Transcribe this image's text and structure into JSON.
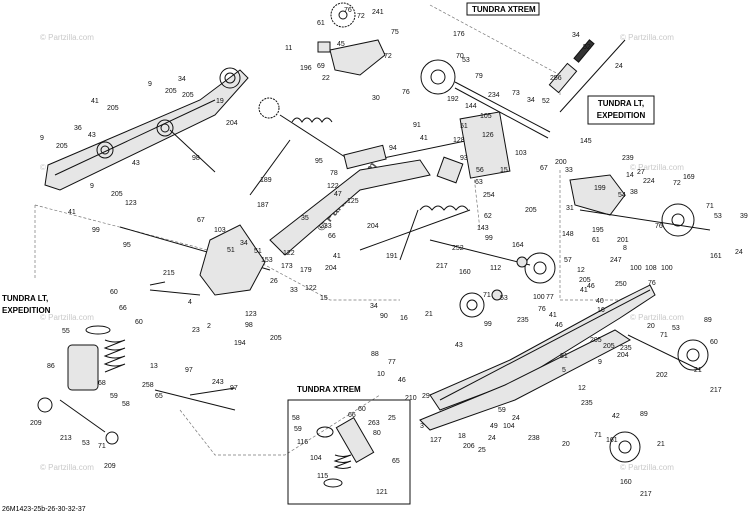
{
  "watermark": "© Partzilla.com",
  "center_watermark": "© Partzilla.com",
  "reference_code": "26M1423-25b-26-30-32-37",
  "variant_labels": {
    "tundra_xtrem_top": "TUNDRA XTREM",
    "tundra_lt_expedition_right": "TUNDRA LT, EXPEDITION",
    "tundra_lt_expedition_left": "TUNDRA LT, EXPEDITION",
    "tundra_xtrem_bottom": "TUNDRA XTREM"
  },
  "callouts": {
    "c1": "61",
    "c2": "76",
    "c3": "72",
    "c4": "241",
    "c5": "11",
    "c6": "45",
    "c7": "75",
    "c8": "196",
    "c9": "69",
    "c10": "22",
    "c11": "72",
    "c12": "30",
    "c13": "176",
    "c14": "70",
    "c15": "53",
    "c16": "79",
    "c17": "76",
    "c18": "234",
    "c19": "34",
    "c20": "52",
    "c21": "24",
    "c22": "256",
    "c23": "73",
    "c24": "34",
    "c25": "52",
    "c26": "9",
    "c27": "205",
    "c28": "34",
    "c29": "205",
    "c30": "41",
    "c31": "205",
    "c32": "19",
    "c33": "204",
    "c34": "36",
    "c35": "43",
    "c36": "9",
    "c37": "205",
    "c38": "98",
    "c39": "43",
    "c40": "192",
    "c41": "144",
    "c42": "91",
    "c43": "105",
    "c44": "51",
    "c45": "41",
    "c46": "128",
    "c47": "126",
    "c48": "103",
    "c49": "145",
    "c50": "95",
    "c51": "94",
    "c52": "93",
    "c53": "200",
    "c54": "239",
    "c55": "56",
    "c56": "15",
    "c57": "189",
    "c58": "63",
    "c59": "67",
    "c60": "33",
    "c61": "199",
    "c62": "27",
    "c63": "224",
    "c64": "14",
    "c65": "72",
    "c66": "78",
    "c67": "47",
    "c68": "125",
    "c69": "122",
    "c70": "254",
    "c71": "205",
    "c72": "38",
    "c73": "54",
    "c74": "169",
    "c75": "9",
    "c76": "41",
    "c77": "205",
    "c78": "123",
    "c79": "99",
    "c80": "187",
    "c81": "35",
    "c82": "62",
    "c83": "31",
    "c84": "195",
    "c85": "71",
    "c86": "53",
    "c87": "39",
    "c88": "67",
    "c89": "103",
    "c90": "51",
    "c91": "233",
    "c92": "66",
    "c93": "204",
    "c94": "143",
    "c95": "148",
    "c96": "61",
    "c97": "201",
    "c98": "76",
    "c99": "95",
    "c100": "34",
    "c101": "122",
    "c102": "173",
    "c103": "179",
    "c104": "99",
    "c105": "164",
    "c106": "8",
    "c107": "161",
    "c108": "24",
    "c109": "51",
    "c110": "153",
    "c111": "41",
    "c112": "252",
    "c113": "57",
    "c114": "12",
    "c115": "247",
    "c116": "215",
    "c117": "204",
    "c118": "191",
    "c119": "217",
    "c120": "205",
    "c121": "100",
    "c122": "108",
    "c123": "100",
    "c124": "26",
    "c125": "122",
    "c126": "33",
    "c127": "160",
    "c128": "112",
    "c129": "71",
    "c130": "53",
    "c131": "46",
    "c132": "76",
    "c133": "41",
    "c134": "250",
    "c135": "15",
    "c136": "60",
    "c137": "66",
    "c138": "4",
    "c139": "21",
    "c140": "235",
    "c141": "100",
    "c142": "77",
    "c143": "76",
    "c144": "41",
    "c145": "46",
    "c146": "53",
    "c147": "89",
    "c148": "34",
    "c149": "90",
    "c150": "23",
    "c151": "123",
    "c152": "98",
    "c153": "2",
    "c154": "205",
    "c155": "16",
    "c156": "40",
    "c157": "99",
    "c158": "16",
    "c159": "20",
    "c160": "71",
    "c161": "60",
    "c162": "194",
    "c163": "205",
    "c164": "235",
    "c165": "43",
    "c166": "204",
    "c167": "202",
    "c168": "55",
    "c169": "60",
    "c170": "86",
    "c171": "68",
    "c172": "258",
    "c173": "13",
    "c174": "65",
    "c175": "97",
    "c176": "243",
    "c177": "97",
    "c178": "59",
    "c179": "58",
    "c180": "88",
    "c181": "77",
    "c182": "46",
    "c183": "10",
    "c184": "210",
    "c185": "29",
    "c186": "127",
    "c187": "206",
    "c188": "25",
    "c189": "18",
    "c190": "24",
    "c191": "238",
    "c192": "20",
    "c193": "71",
    "c194": "161",
    "c195": "160",
    "c196": "217",
    "c197": "21",
    "c198": "209",
    "c199": "213",
    "c200": "53",
    "c201": "71",
    "c202": "209",
    "c203": "58",
    "c204": "59",
    "c205": "116",
    "c206": "104",
    "c207": "115",
    "c208": "66",
    "c209": "60",
    "c210": "263",
    "c211": "80",
    "c212": "121",
    "c213": "65",
    "c214": "89",
    "c215": "235",
    "c216": "42",
    "c217": "205",
    "c218": "3",
    "c219": "25",
    "c220": "49",
    "c221": "104",
    "c222": "59",
    "c223": "24",
    "c224": "5",
    "c225": "12",
    "c226": "9",
    "c227": "81",
    "c228": "217",
    "c229": "21"
  }
}
